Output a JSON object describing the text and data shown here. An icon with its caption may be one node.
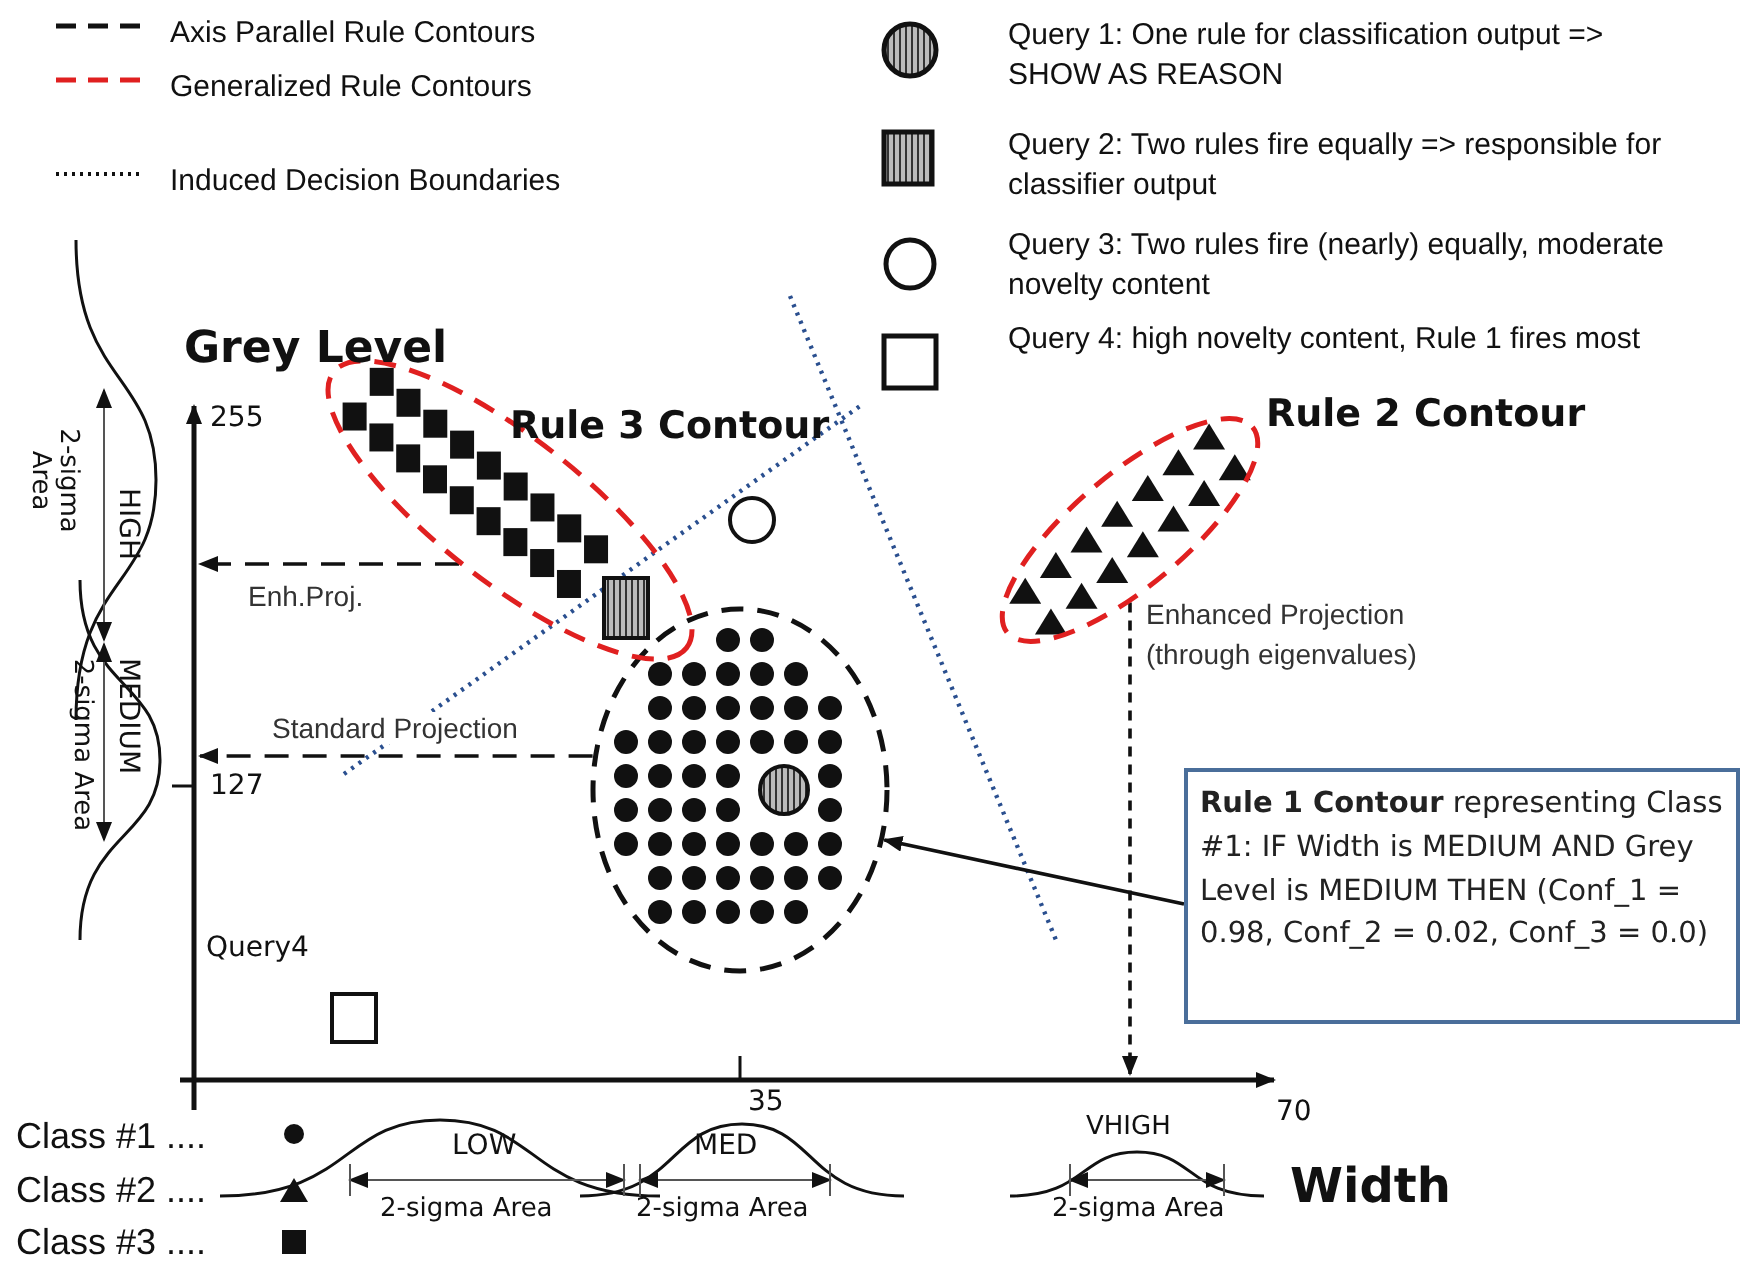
{
  "diagram": {
    "nodes": [
      {
        "text": [
          "**Rule 1 Contour** representing Class #1: IF Width is MEDIUM AND Grey Level is MEDIUM THEN (Conf_1 = 0.98, Conf_2 = 0.02, Conf_3 = 0.0)"
        ]
      },
      {
        "text": [],
        "shape": "circle"
      },
      {
        "text": [
          "Rule 3 Contour"
        ]
      },
      {
        "text": [
          "Rule 2 Contour"
        ]
      },
      {
        "text": [
          "Grey Level"
        ]
      },
      {
        "text": [
          "Width"
        ]
      }
    ],
    "edges": [
      {
        "from": 0,
        "to": 1,
        "arrow": "to"
      },
      {
        "from": 2,
        "to": 4,
        "arrow": "to",
        "label": "Enh.Proj.",
        "style": "dashed"
      },
      {
        "from": 1,
        "to": 4,
        "arrow": "to",
        "label": "Standard Projection",
        "style": "dashed"
      },
      {
        "from": 3,
        "to": 5,
        "arrow": "to",
        "label": "Enhanced Projection (through eigenvalues)",
        "style": "dashed"
      }
    ],
    "labels": [
      "255",
      "127",
      "HIGH",
      "2-sigma Area",
      "MEDIUM",
      "2-sigma Area",
      "Query4",
      "35",
      "70",
      "LOW",
      "MED",
      "VHIGH",
      "2-sigma Area",
      "2-sigma Area",
      "2-sigma Area"
    ],
    "legend": [
      {
        "text": "Axis Parallel Rule Contours"
      },
      {
        "text": "Generalized Rule Contours"
      },
      {
        "text": "Induced Decision Boundaries"
      },
      {
        "text": "Query 1: One rule for classification output => SHOW AS REASON"
      },
      {
        "text": "Query 2: Two rules fire equally => responsible for classifier output"
      },
      {
        "text": "Query 3: Two rules fire (nearly) equally, moderate novelty content"
      },
      {
        "text": "Query 4: high novelty content, Rule 1 fires most"
      },
      {
        "text": "Class #1 ...."
      },
      {
        "text": "Class #2 ...."
      },
      {
        "text": "Class #3 ...."
      }
    ]
  }
}
